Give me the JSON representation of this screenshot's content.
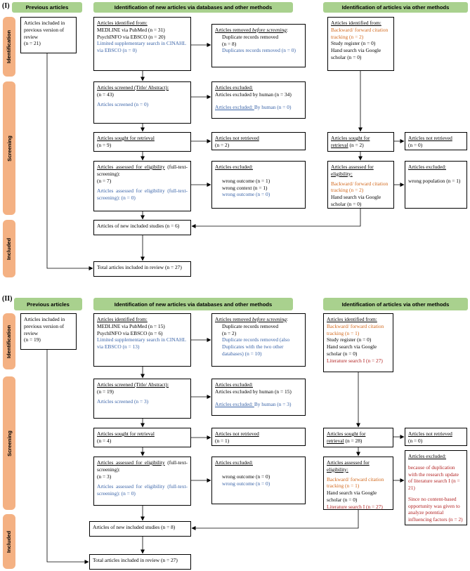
{
  "panel1": {
    "label": "(I)",
    "headers": {
      "previous": "Previous articles",
      "databases": "Identification of new articles via databases and other methods",
      "other": "Identification of articles via other methods"
    },
    "sides": {
      "identification": "Identification",
      "screening": "Screening",
      "included": "Included"
    },
    "previous_box": {
      "text": "Articles included in previous version of review",
      "n": "(n = 21)"
    },
    "identified": {
      "title": "Articles identified from:",
      "l1": "MEDLINE via PubMed (n = 31)",
      "l2": "PsychINFO via EBSCO (n = 20)",
      "l3": "Limited supplementary search in CINAHL via EBSCO (n = 0)"
    },
    "removed": {
      "title_a": "Articles removed ",
      "title_b": "before screening",
      "title_c": ":",
      "l1": "Duplicate records removed",
      "l2": "(n = 8)",
      "l3": "Duplicates records removed (n = 0)"
    },
    "screened": {
      "title": "Articles screened (Title/ Abstract):",
      "n": "(n = 43)",
      "l2": "Articles screened (n = 0)"
    },
    "excluded1": {
      "title": "Articles excluded:",
      "l1": "Articles excluded by human (n = 34)",
      "l2a": "Articles excluded: ",
      "l2b": "By human (n = 0)"
    },
    "sought": {
      "title": "Articles sought for retrieval",
      "n": "(n = 9)"
    },
    "not_retrieved": {
      "title": "Articles not retrieved",
      "n": "(n = 2)"
    },
    "assessed": {
      "title": "Articles assessed for eligibility",
      "title_b": " (full-text-screening):",
      "n": "(n = 7)",
      "l2": "Articles assessed for eligibility (full-text-screening): (n = 0)"
    },
    "excluded2": {
      "title": "Articles excluded:",
      "l1": "wrong outcome (n = 1)",
      "l2": "wrong context (n = 1)",
      "l3": "wrong outcome (n = 0)"
    },
    "new_included": "Articles of new included studies (n = 6)",
    "total": "Total articles included in review (n = 27)",
    "other_identified": {
      "title": "Articles identified from:",
      "l1": "Backward/ forward citation tracking (n = 2)",
      "l2": "Study register (n = 0)",
      "l3": "Hand search via Google scholar (n = 0)"
    },
    "other_sought": {
      "title_a": "Articles sought for",
      "title_b": "retrieval",
      "n": "(n = 2)"
    },
    "other_not_retrieved": {
      "title": "Articles not retrieved",
      "n": "(n = 0)"
    },
    "other_assessed": {
      "title_a": "Articles assessed for",
      "title_b": "eligibility:",
      "l1": "Backward/ forward citation tracking (n = 2)",
      "l2": "Hand search via Google scholar (n = 0)"
    },
    "other_excluded": {
      "title": "Articles excluded:",
      "l1": "wrong population (n = 1)"
    }
  },
  "panel2": {
    "label": "(II)",
    "headers": {
      "previous": "Previous articles",
      "databases": "Identification of new articles via databases and other methods",
      "other": "Identification of articles via other methods"
    },
    "sides": {
      "identification": "Identification",
      "screening": "Screening",
      "included": "Included"
    },
    "previous_box": {
      "text": "Articles included in previous version of review",
      "n": "(n = 19)"
    },
    "identified": {
      "title": "Articles identified from:",
      "l1": "MEDLINE via PubMed (n = 15)",
      "l2": "PsychINFO via EBSCO (n = 6)",
      "l3": "Limited supplementary search in CINAHL via EBSCO (n = 13)"
    },
    "removed": {
      "title_a": "Articles removed ",
      "title_b": "before screening",
      "title_c": ":",
      "l1": "Duplicate records removed",
      "l2": "(n = 2)",
      "l3": "Duplicate records removed (also Duplicates with the two other databases) (n = 10)"
    },
    "screened": {
      "title": "Articles screened (Title/ Abstract):",
      "n": "(n = 19)",
      "l2": "Articles screened (n = 3)"
    },
    "excluded1": {
      "title": "Articles excluded:",
      "l1": "Articles excluded by human (n = 15)",
      "l2a": "Articles excluded: ",
      "l2b": "By human (n = 3)"
    },
    "sought": {
      "title": "Articles sought for retrieval",
      "n": "(n = 4)"
    },
    "not_retrieved": {
      "title": "Articles not retrieved",
      "n": "(n = 1)"
    },
    "assessed": {
      "title": "Articles assessed for eligibility",
      "title_b": " (full-text-screening):",
      "n": "(n = 3)",
      "l2": "Articles assessed for eligibility (full-text-screening): (n = 0)"
    },
    "excluded2": {
      "title": "Articles excluded:",
      "l1": "wrong outcome (n = 0)",
      "l2": "wrong outcome (n = 0)"
    },
    "new_included": "Articles of new included studies (n = 8)",
    "total": "Total articles included in review (n = 27)",
    "other_identified": {
      "title": "Articles identified from:",
      "l1": "Backward/ forward citation tracking (n = 1)",
      "l2": "Study register (n = 0)",
      "l3": "Hand search via Google scholar (n = 0)",
      "l4": "Literature search I (n = 27)"
    },
    "other_sought": {
      "title_a": "Articles sought for",
      "title_b": "retrieval",
      "n": "(n = 28)"
    },
    "other_not_retrieved": {
      "title": "Articles not retrieved",
      "n": "(n = 0)"
    },
    "other_assessed": {
      "title_a": "Articles assessed for",
      "title_b": "eligibility:",
      "l1": "Backward/ forward citation tracking (n = 1)",
      "l2": "Hand search via Google scholar (n = 0)",
      "l3": "Literature search I (n = 27)"
    },
    "other_excluded": {
      "title": "Articles excluded:",
      "l1": "because of duplication with the research update of literature search I (n = 21)",
      "l2": "Since no content-based opportunity was given to analyze potential influencing factors (n = 2)"
    }
  },
  "colors": {
    "header_green": "#a9d18e",
    "side_orange": "#f4b183",
    "blue_text": "#3a64a8",
    "orange_text": "#d2691e",
    "red_text": "#b22222"
  }
}
